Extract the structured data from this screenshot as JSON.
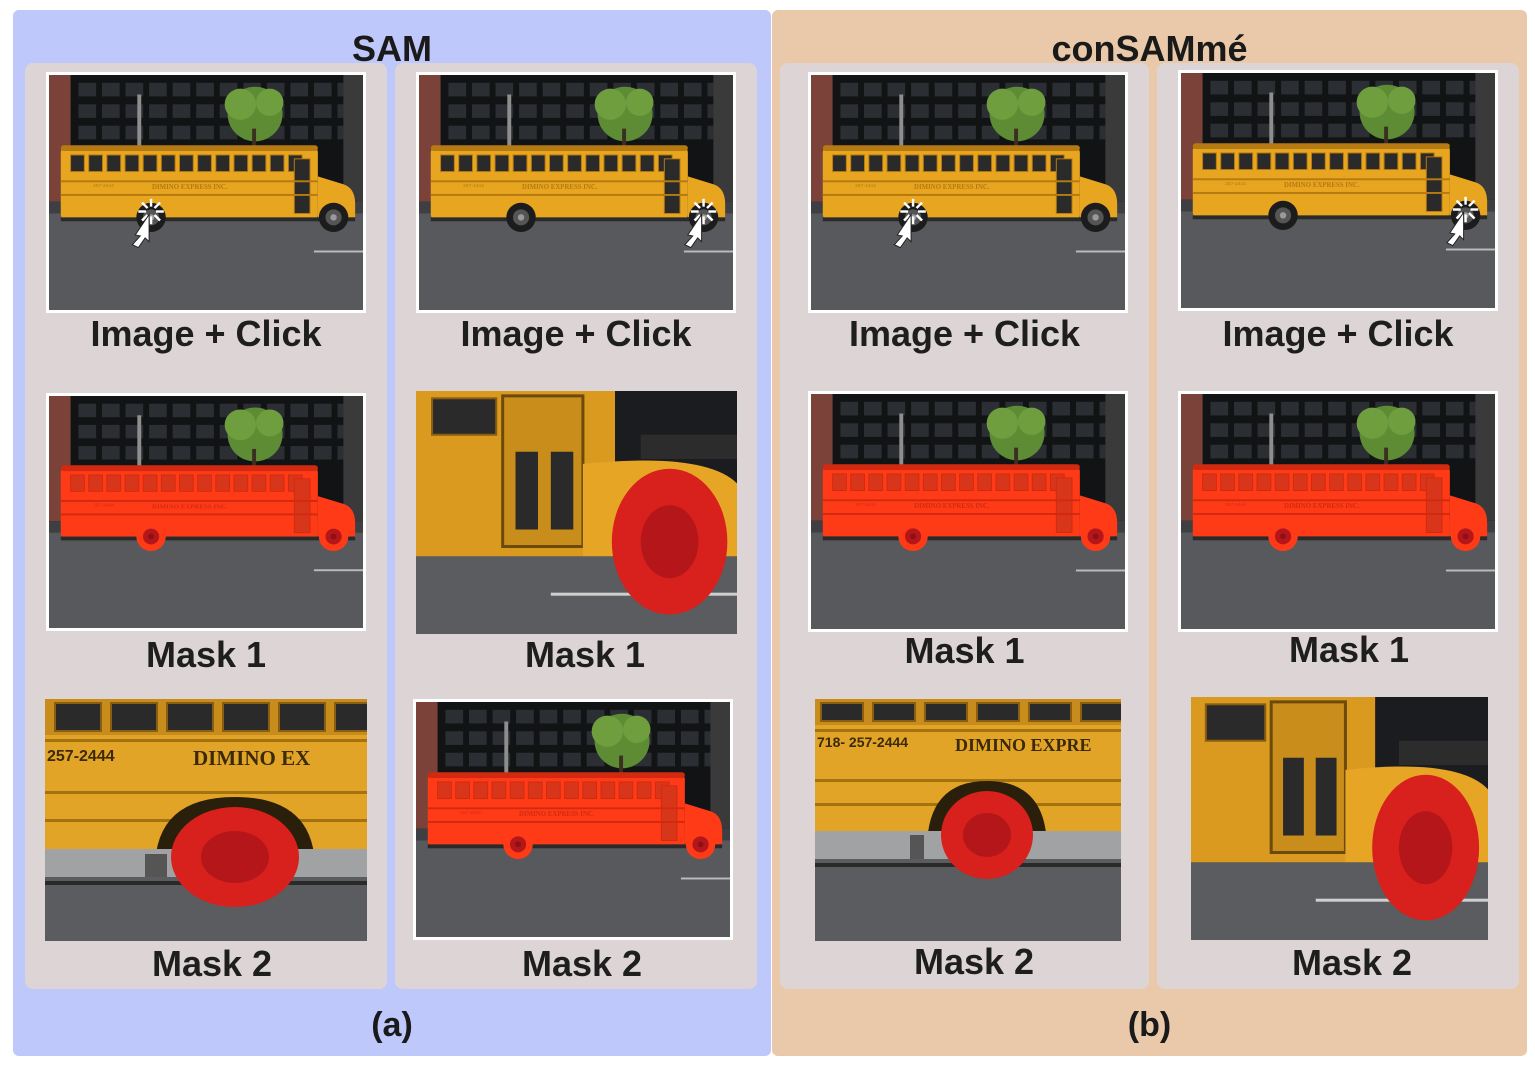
{
  "panels": {
    "sam": {
      "title": "SAM",
      "caption": "(a)",
      "columns": [
        {
          "rows": [
            {
              "label": "Image + Click",
              "view": "full",
              "mask": "none",
              "click": "wheel-front"
            },
            {
              "label": "Mask 1",
              "view": "full",
              "mask": "bus",
              "click": "none"
            },
            {
              "label": "Mask 2",
              "view": "zoom-front-wheel",
              "mask": "wheel",
              "click": "none"
            }
          ]
        },
        {
          "rows": [
            {
              "label": "Image + Click",
              "view": "full",
              "mask": "none",
              "click": "wheel-rear"
            },
            {
              "label": "Mask 1",
              "view": "zoom-rear-wheel",
              "mask": "wheel",
              "click": "none"
            },
            {
              "label": "Mask 2",
              "view": "full",
              "mask": "bus",
              "click": "none"
            }
          ]
        }
      ]
    },
    "consamme": {
      "title": "conSAMmé",
      "caption": "(b)",
      "columns": [
        {
          "rows": [
            {
              "label": "Image + Click",
              "view": "full",
              "mask": "none",
              "click": "wheel-front"
            },
            {
              "label": "Mask 1",
              "view": "full",
              "mask": "bus",
              "click": "none"
            },
            {
              "label": "Mask 2",
              "view": "zoom-front-wheel",
              "mask": "wheel",
              "click": "none"
            }
          ]
        },
        {
          "rows": [
            {
              "label": "Image + Click",
              "view": "full",
              "mask": "none",
              "click": "wheel-rear"
            },
            {
              "label": "Mask 1",
              "view": "full",
              "mask": "bus",
              "click": "none"
            },
            {
              "label": "Mask 2",
              "view": "zoom-rear-wheel",
              "mask": "wheel",
              "click": "none"
            }
          ]
        }
      ]
    }
  },
  "bus_text": {
    "company": "DIMINO EXPRESS INC.",
    "phone": "257-2444",
    "zoom_front_company": "DIMINO EX",
    "zoom_front_phone": "257-2444",
    "zoom_rear_company": "DIMINO EXPRE",
    "zoom_rear_phone": "718- 257-2444"
  },
  "colors": {
    "panel_sam": "#bfc8fb",
    "panel_consamme": "#e9c9a9",
    "column_bg": "#ddd5d5",
    "bus_yellow": "#e7a520",
    "mask_red": "#ff3b17",
    "wheel_mask": "#d8201c"
  }
}
